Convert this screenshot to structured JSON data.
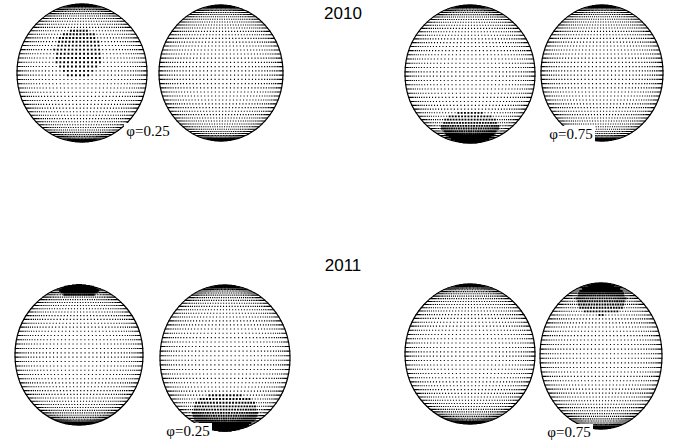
{
  "diagram": {
    "labels": [
      "2010",
      "φ=0.25",
      "φ=0.75",
      "2011",
      "φ=0.25",
      "φ=0.75"
    ]
  }
}
